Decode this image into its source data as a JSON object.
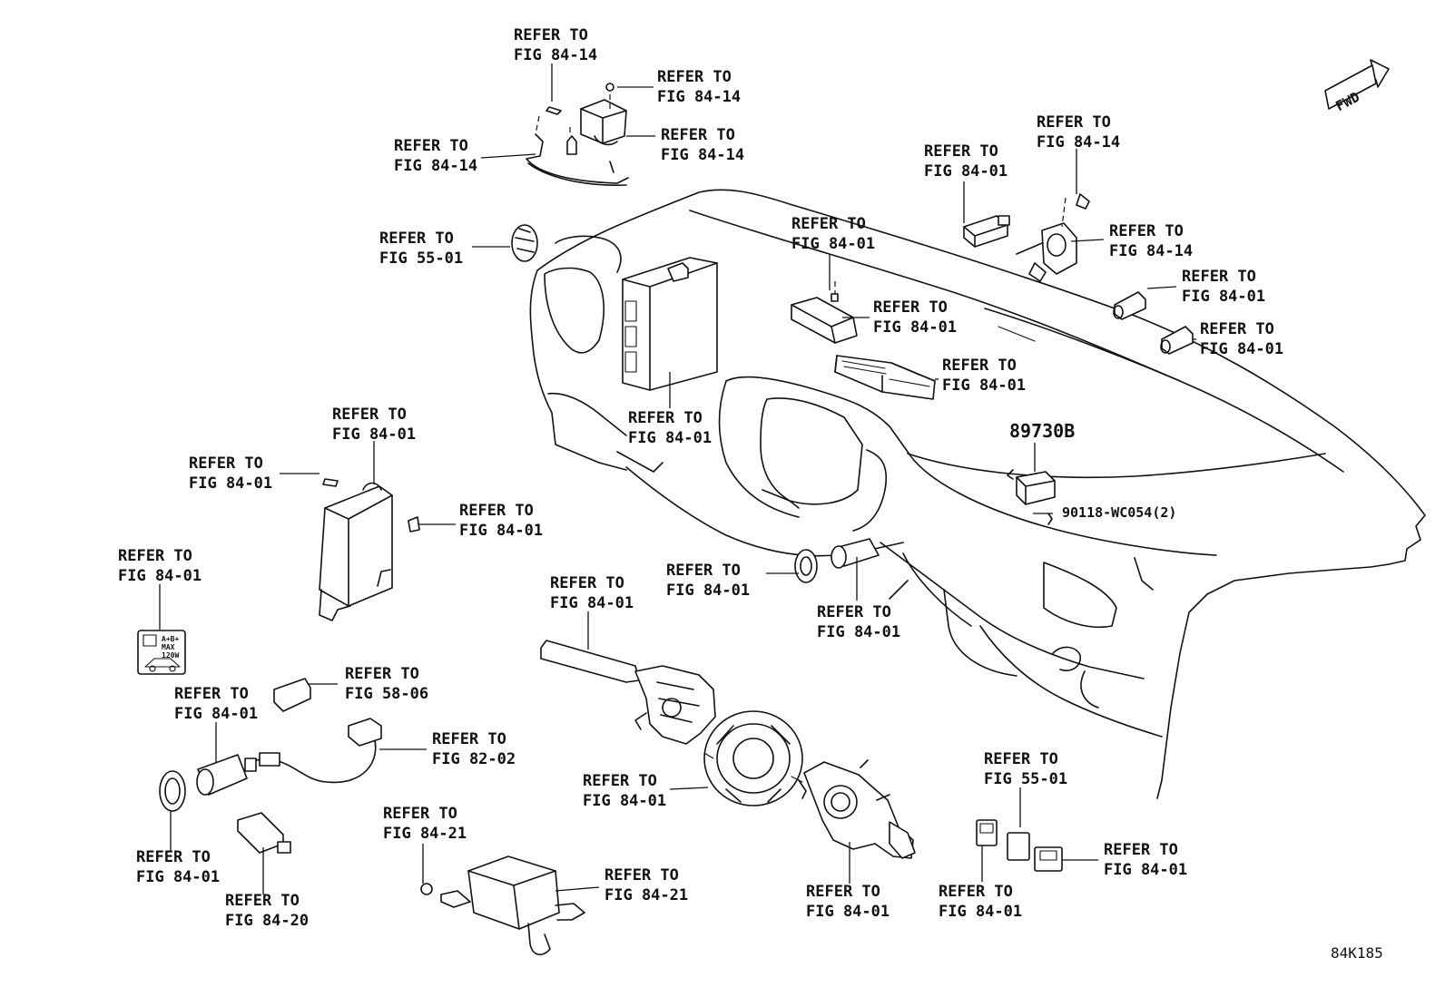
{
  "diagram": {
    "figure_code": "84K185",
    "fwd_badge": "FWD",
    "part_number": "89730B",
    "screw_label": "90118-WC054(2)",
    "callouts": [
      {
        "l1": "REFER TO",
        "l2": "FIG 84-14"
      },
      {
        "l1": "REFER TO",
        "l2": "FIG 84-14"
      },
      {
        "l1": "REFER TO",
        "l2": "FIG 84-14"
      },
      {
        "l1": "REFER TO",
        "l2": "FIG 84-14"
      },
      {
        "l1": "REFER TO",
        "l2": "FIG 55-01"
      },
      {
        "l1": "REFER TO",
        "l2": "FIG 84-01"
      },
      {
        "l1": "REFER TO",
        "l2": "FIG 84-14"
      },
      {
        "l1": "REFER TO",
        "l2": "FIG 84-14"
      },
      {
        "l1": "REFER TO",
        "l2": "FIG 84-01"
      },
      {
        "l1": "REFER TO",
        "l2": "FIG 84-01"
      },
      {
        "l1": "REFER TO",
        "l2": "FIG 84-01"
      },
      {
        "l1": "REFER TO",
        "l2": "FIG 84-01"
      },
      {
        "l1": "REFER TO",
        "l2": "FIG 84-01"
      },
      {
        "l1": "REFER TO",
        "l2": "FIG 84-01"
      },
      {
        "l1": "REFER TO",
        "l2": "FIG 84-01"
      },
      {
        "l1": "REFER TO",
        "l2": "FIG 84-01"
      },
      {
        "l1": "REFER TO",
        "l2": "FIG 84-01"
      },
      {
        "l1": "REFER TO",
        "l2": "FIG 84-01"
      },
      {
        "l1": "REFER TO",
        "l2": "FIG 84-01"
      },
      {
        "l1": "REFER TO",
        "l2": "FIG 84-01"
      },
      {
        "l1": "REFER TO",
        "l2": "FIG 84-01"
      },
      {
        "l1": "REFER TO",
        "l2": "FIG 58-06"
      },
      {
        "l1": "REFER TO",
        "l2": "FIG 84-01"
      },
      {
        "l1": "REFER TO",
        "l2": "FIG 82-02"
      },
      {
        "l1": "REFER TO",
        "l2": "FIG 84-01"
      },
      {
        "l1": "REFER TO",
        "l2": "FIG 84-20"
      },
      {
        "l1": "REFER TO",
        "l2": "FIG 84-21"
      },
      {
        "l1": "REFER TO",
        "l2": "FIG 84-21"
      },
      {
        "l1": "REFER TO",
        "l2": "FIG 84-01"
      },
      {
        "l1": "REFER TO",
        "l2": "FIG 84-01"
      },
      {
        "l1": "REFER TO",
        "l2": "FIG 55-01"
      },
      {
        "l1": "REFER TO",
        "l2": "FIG 84-01"
      },
      {
        "l1": "REFER TO",
        "l2": "FIG 84-01"
      }
    ],
    "socket_label": {
      "line1": "A+B+",
      "line2": "MAX",
      "line3": "120W"
    }
  }
}
